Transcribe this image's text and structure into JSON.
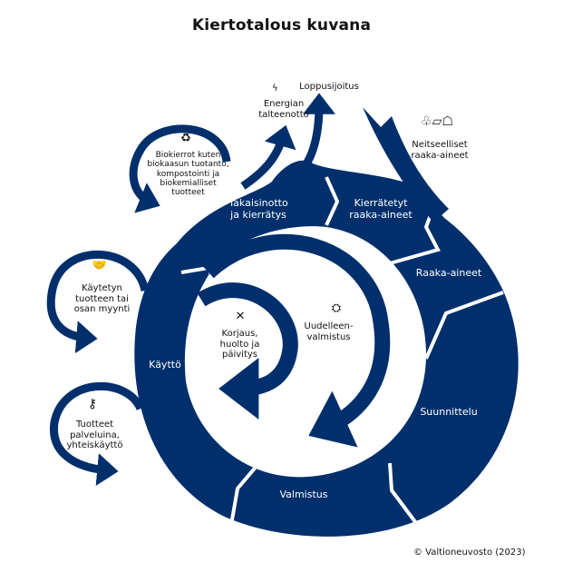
{
  "title": "Kiertotalous kuvana",
  "colors": {
    "primary": "#002f6c",
    "background": "#ffffff",
    "text": "#111111"
  },
  "ring_segments": [
    {
      "id": "raaka-aineet",
      "label": "Raaka-aineet"
    },
    {
      "id": "suunnittelu",
      "label": "Suunnittelu"
    },
    {
      "id": "valmistus",
      "label": "Valmistus"
    },
    {
      "id": "kaytto",
      "label": "Käyttö"
    },
    {
      "id": "takaisinotto",
      "label": "Takaisinotto ja kierrätys",
      "line1": "Takaisinotto",
      "line2": "ja kierrätys"
    },
    {
      "id": "kierratetyt",
      "label": "Kierrätetyt raaka-aineet",
      "line1": "Kierrätetyt",
      "line2": "raaka-aineet"
    }
  ],
  "outer_flows": {
    "energy": {
      "label1": "Energian",
      "label2": "talteenotto",
      "icon": "lightning-icon"
    },
    "disposal": {
      "label": "Loppusijoitus"
    },
    "virgin": {
      "label1": "Neitseelliset",
      "label2": "raaka-aineet",
      "icons": [
        "plant-icon",
        "metal-bars-icon",
        "ore-sack-icon"
      ]
    }
  },
  "loops": {
    "bio": {
      "lines": [
        "Biokierrot kuten",
        "biokaasun tuotanto,",
        "kompostointi ja",
        "biokemialliset",
        "tuotteet"
      ],
      "icon": "recycle-icon"
    },
    "resale": {
      "lines": [
        "Käytetyn",
        "tuotteen tai",
        "osan  myynti"
      ],
      "icon": "handshake-icon"
    },
    "service": {
      "lines": [
        "Tuotteet",
        "palveluina,",
        "yhteiskäyttö"
      ],
      "icon": "key-icon"
    },
    "repair": {
      "lines": [
        "Korjaus,",
        "huolto ja",
        "päivitys"
      ],
      "icon": "wrench-icon"
    },
    "reman": {
      "lines": [
        "Uudelleen-",
        "valmistus"
      ],
      "icon": "engine-icon"
    }
  },
  "copyright": "© Valtioneuvosto (2023)"
}
